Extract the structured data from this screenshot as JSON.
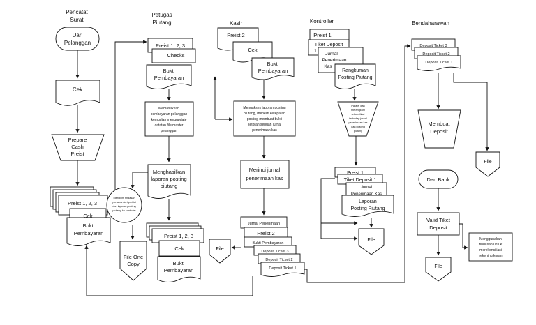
{
  "lanes": {
    "pencatat": [
      "Pencatat",
      "Surat"
    ],
    "petugas": [
      "Petugas",
      "Piutang"
    ],
    "kasir": "Kasir",
    "kontroller": "Kontroller",
    "bendaharawan": "Bendaharawan"
  },
  "pencatat": {
    "terminator": [
      "Dari",
      "Pelanggan"
    ],
    "doc_cek": "Cek",
    "manual_op": [
      "Prepare",
      "Cash",
      "Preist"
    ],
    "stack": [
      "Preist 1, 2, 3",
      "Cek",
      "Bukti",
      "Pembayaran"
    ]
  },
  "petugas": {
    "docs_top": [
      "Preist 1, 2, 3",
      "Checks",
      "Bukti",
      "Pembayaran"
    ],
    "process": [
      "Memasukkan",
      "pembayaran pelanggan",
      "kemudian mengupdate",
      "catatan file master",
      "pelanggan"
    ],
    "laporan": [
      "Menghasilkan",
      "laporan posting",
      "piutang"
    ],
    "circle": [
      "Mengirim tindasan",
      "pertama dari preilist",
      "dan laporan posting",
      "piutang ke kontroler"
    ],
    "file": [
      "File One",
      "Copy"
    ],
    "docs_bottom": [
      "Preist 1, 2, 3",
      "Cek",
      "Bukti",
      "Pembayaran"
    ]
  },
  "kasir": {
    "docs_top": [
      "Preist 2",
      "Cek",
      "Bukti",
      "Pembayaran"
    ],
    "process": [
      "Mengakses laporan posting",
      "piutang, meneliti ketepatan",
      "posting membuat bukti",
      "setoran sebuah jurnal",
      "penerimaan kas"
    ],
    "rinci": [
      "Merinci jurnal",
      "penerimaan kas"
    ],
    "docs_bottom": [
      "Jurnal Penerimaan",
      "Preist 2",
      "Bukti Pembayaran",
      "Deposit Ticket 3",
      "Deposit Ticket 2",
      "Deposit Ticket 1"
    ],
    "file": "File"
  },
  "kontroller": {
    "docs_top": [
      "Preist 1",
      "Tiket Deposit",
      "1",
      "Jurnal",
      "Penerimaan",
      "Kas",
      "Rangkuman",
      "Posting Piutang"
    ],
    "manual_op": [
      "Paralel dan",
      "merangkum",
      "rekonsiliasi",
      "terhadap jurnal",
      "penerimaan kas",
      "dan posting",
      "piutang"
    ],
    "docs_bottom": [
      "Preist 1",
      "Tiket Deposit 1",
      "Jurnal",
      "Penerimaan Kas",
      "Laporan",
      "Posting Piutang"
    ],
    "file": "File"
  },
  "bendaharawan": {
    "docs_top": [
      "Deposit Ticket 3",
      "Deposit Ticket 2",
      "Deposit Ticket 1"
    ],
    "manual_op": [
      "Membuat",
      "Deposit"
    ],
    "file1": "File",
    "terminator": "Dari Bank",
    "process": [
      "Valid Tiket",
      "Deposit"
    ],
    "note": [
      "Menggunakan",
      "tindasan untuk",
      "merekonsiliasi",
      "rekening koran"
    ],
    "file2": "File"
  }
}
